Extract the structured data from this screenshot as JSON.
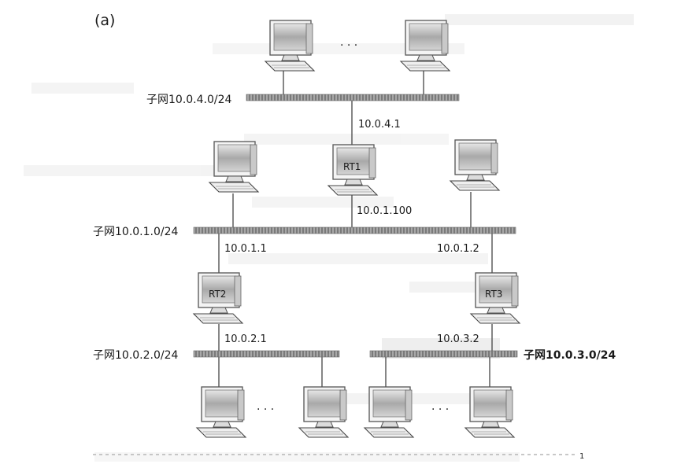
{
  "figure_label": "(a)",
  "subnets": {
    "s4": "子网10.0.4.0/24",
    "s1": "子网10.0.1.0/24",
    "s2": "子网10.0.2.0/24",
    "s3": "子网10.0.3.0/24"
  },
  "addresses": {
    "rt1_top": "10.0.4.1",
    "rt1_bottom": "10.0.1.100",
    "rt2_top": "10.0.1.1",
    "rt2_bottom": "10.0.2.1",
    "rt3_top": "10.0.1.2",
    "rt3_bottom": "10.0.3.2"
  },
  "routers": {
    "rt1": "RT1",
    "rt2": "RT2",
    "rt3": "RT3"
  },
  "ellipsis": "· · ·",
  "page_number": "1"
}
